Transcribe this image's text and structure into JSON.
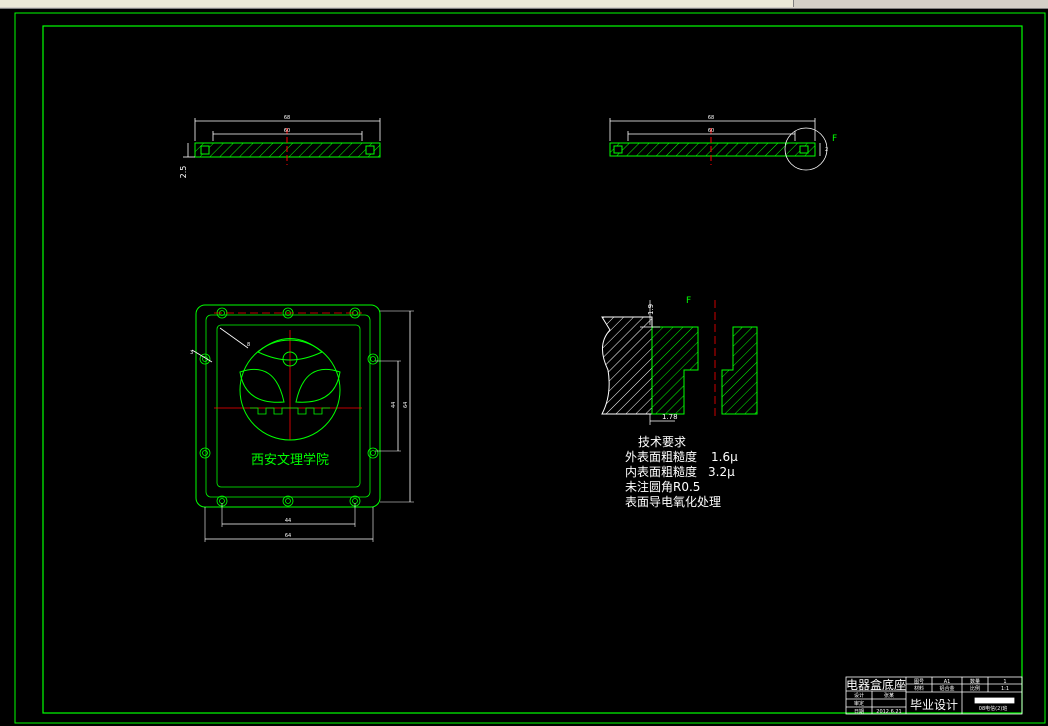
{
  "colors": {
    "outline": "#00ff00",
    "dimension": "#ffffff",
    "center_line": "#ff0000",
    "background": "#000000"
  },
  "dims": {
    "top_left_overall": "68",
    "top_left_inner": "60",
    "top_left_thickness": "2.5",
    "top_right_overall": "68",
    "top_right_inner": "60",
    "top_right_side": "2"
  },
  "labels": {
    "detail_f1": "F",
    "detail_f2": "F",
    "logo_text": "西安文理学院"
  },
  "detail": {
    "dim_top": "1.9",
    "dim_bottom": "1.78"
  },
  "plan_dims": {
    "d_small": "3",
    "d_hole": "8",
    "right_inner": "44",
    "right_outer": "64",
    "bottom_inner": "44",
    "bottom_outer": "64"
  },
  "notes": {
    "title": "技术要求",
    "line1_label": "外表面粗糙度",
    "line1_value": "1.6μ",
    "line2_label": "内表面粗糙度",
    "line2_value": "3.2μ",
    "line3": "未注圆角R0.5",
    "line4": "表面导电氧化处理"
  },
  "title_block": {
    "part_name": "电器盒底座",
    "project": "毕业设计",
    "r_drawing_no": "图号",
    "r_drawing_no_val": "A1",
    "r_material": "材料",
    "r_material_val": "铝合金",
    "r_qty": "数量",
    "r_qty_val": "1",
    "r_scale": "比例",
    "r_scale_val": "1:1",
    "r_design": "设计",
    "r_design_val": "张某",
    "r_check": "审定",
    "r_date": "日期",
    "r_date_val": "2012.6.21",
    "drawing_code": "08电信(2)班"
  }
}
